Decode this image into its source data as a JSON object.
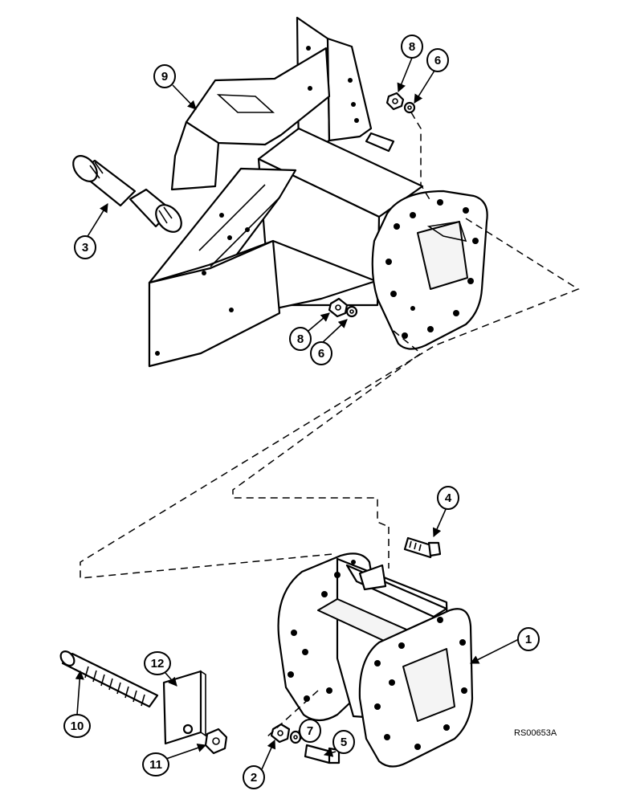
{
  "callouts": {
    "c1": "1",
    "c2": "2",
    "c3": "3",
    "c4": "4",
    "c5": "5",
    "c6a": "6",
    "c6b": "6",
    "c7": "7",
    "c8a": "8",
    "c8b": "8",
    "c9": "9",
    "c10": "10",
    "c11": "11",
    "c12": "12"
  },
  "reference_code": "RS00653A"
}
